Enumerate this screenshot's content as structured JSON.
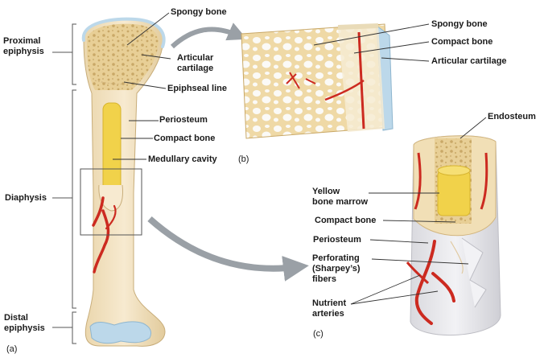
{
  "figure_a": {
    "panel_label": "(a)",
    "regions": {
      "proximal_epiphysis": "Proximal\nepiphysis",
      "diaphysis": "Diaphysis",
      "distal_epiphysis": "Distal\nepiphysis"
    },
    "labels": {
      "spongy_bone": "Spongy bone",
      "articular_cartilage": "Articular\ncartilage",
      "epiphyseal_line": "Epiphseal line",
      "periosteum": "Periosteum",
      "compact_bone": "Compact bone",
      "medullary_cavity": "Medullary cavity"
    }
  },
  "figure_b": {
    "panel_label": "(b)",
    "labels": {
      "spongy_bone": "Spongy bone",
      "compact_bone": "Compact bone",
      "articular_cartilage": "Articular cartilage"
    }
  },
  "figure_c": {
    "panel_label": "(c)",
    "labels": {
      "endosteum": "Endosteum",
      "yellow_bone_marrow": "Yellow\nbone marrow",
      "compact_bone": "Compact bone",
      "periosteum": "Periosteum",
      "perforating_fibers": "Perforating\n(Sharpey’s)\nfibers",
      "nutrient_arteries": "Nutrient\narteries"
    }
  },
  "colors": {
    "bone": "#f3e3bf",
    "spongy": "#e8cf96",
    "cartilage": "#bcd8ea",
    "artery": "#cc2a20",
    "periosteum": "#e6e6ea",
    "marrow": "#f1d24a",
    "arrow": "#9aa0a6"
  }
}
